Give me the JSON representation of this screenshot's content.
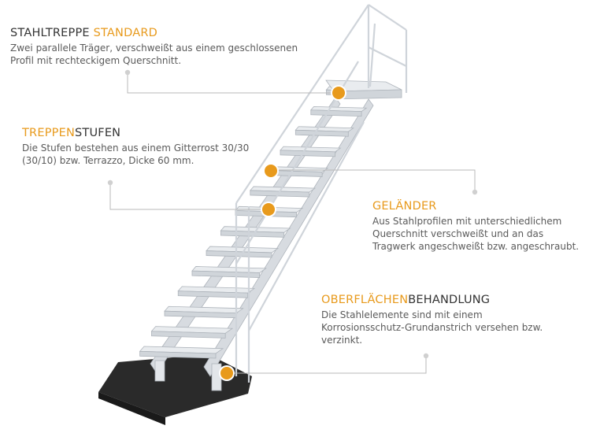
{
  "callouts": [
    {
      "title_accent_first": false,
      "title_plain": "STAHLTREPPE ",
      "title_accent": "STANDARD",
      "body_lines": [
        "Zwei parallele Träger, verschweißt aus einem geschlossenen",
        "Profil mit rechteckigem Querschnitt."
      ]
    },
    {
      "title_accent_first": true,
      "title_accent": "TREPPEN",
      "title_plain": "STUFEN",
      "body_lines": [
        "Die Stufen bestehen aus einem Gitterrost 30/30",
        "(30/10) bzw. Terrazzo, Dicke 60 mm."
      ]
    },
    {
      "title_accent_first": true,
      "title_accent": "GELÄNDER",
      "title_plain": "",
      "body_lines": [
        "Aus Stahlprofilen mit unterschiedlichem",
        "Querschnitt verschweißt und an das",
        "Tragwerk angeschweißt bzw. angeschraubt."
      ]
    },
    {
      "title_accent_first": true,
      "title_accent": "OBERFLÄCHEN",
      "title_plain": "BEHANDLUNG",
      "body_lines": [
        "Die Stahlelemente sind mit einem",
        "Korrosionsschutz-Grundanstrich versehen bzw.",
        "verzinkt."
      ]
    }
  ],
  "colors": {
    "accent": "#e89a1c",
    "title": "#333333",
    "body": "#5a5a5a",
    "leader": "#b8b8b8",
    "steel": "#e9ecef",
    "steel_edge": "#aeb4bb",
    "ground": "#2a2a2a"
  }
}
